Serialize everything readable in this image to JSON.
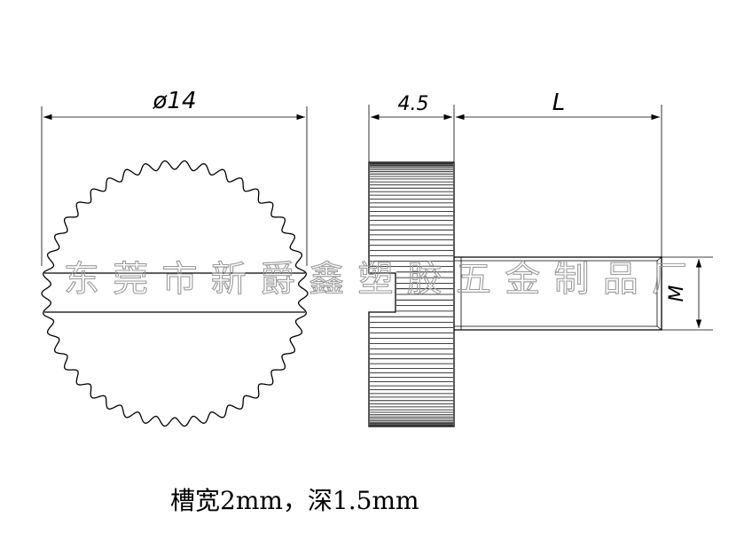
{
  "dimensions": {
    "diameter_label": "ø14",
    "head_width_label": "4.5",
    "length_label": "L",
    "thread_label": "M"
  },
  "watermark": "东莞市新爵鑫塑胶五金制品厂",
  "note": "槽宽2mm，深1.5mm"
}
